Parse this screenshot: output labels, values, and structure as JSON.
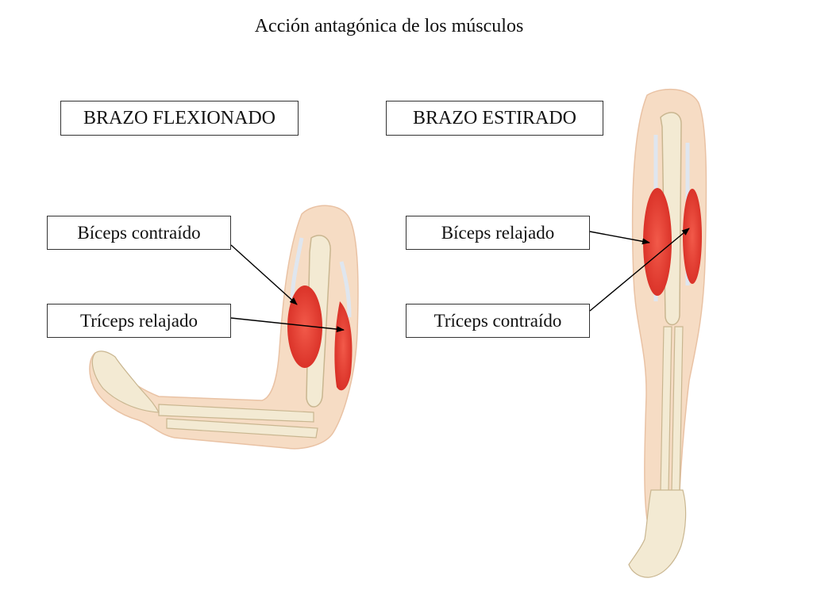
{
  "title": "Acción antagónica de los músculos",
  "headers": {
    "flexed": "BRAZO FLEXIONADO",
    "extended": "BRAZO ESTIRADO"
  },
  "labels": {
    "biceps_contracted": "Bíceps contraído",
    "triceps_relaxed": "Tríceps relajado",
    "biceps_relaxed": "Bíceps relajado",
    "triceps_contracted": "Tríceps contraído"
  },
  "colors": {
    "skin": "#f6dcc4",
    "bone": "#f3ead3",
    "muscle": "#e8392e",
    "tendon": "#dfe6ef"
  }
}
